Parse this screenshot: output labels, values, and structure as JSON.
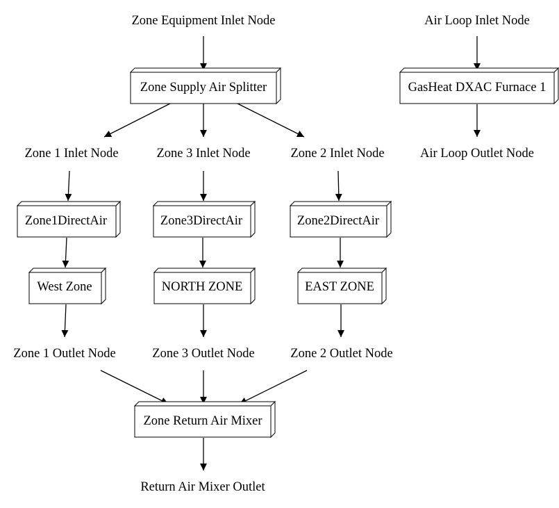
{
  "nodes": {
    "zone_equipment_inlet_node": "Zone Equipment Inlet Node",
    "zone_supply_air_splitter": "Zone Supply Air Splitter",
    "zone1_inlet_node": "Zone 1 Inlet Node",
    "zone3_inlet_node": "Zone 3 Inlet Node",
    "zone2_inlet_node": "Zone 2 Inlet Node",
    "zone1_direct_air": "Zone1DirectAir",
    "zone3_direct_air": "Zone3DirectAir",
    "zone2_direct_air": "Zone2DirectAir",
    "west_zone": "West Zone",
    "north_zone": "NORTH ZONE",
    "east_zone": "EAST ZONE",
    "zone1_outlet_node": "Zone 1 Outlet Node",
    "zone3_outlet_node": "Zone 3 Outlet Node",
    "zone2_outlet_node": "Zone 2 Outlet Node",
    "zone_return_air_mixer": "Zone Return Air Mixer",
    "return_air_mixer_outlet": "Return Air Mixer Outlet",
    "air_loop_inlet_node": "Air Loop Inlet Node",
    "gasheat_dxac_furnace": "GasHeat DXAC Furnace 1",
    "air_loop_outlet_node": "Air Loop Outlet Node"
  },
  "edges": [
    [
      "zone_equipment_inlet_node",
      "zone_supply_air_splitter"
    ],
    [
      "zone_supply_air_splitter",
      "zone1_inlet_node"
    ],
    [
      "zone_supply_air_splitter",
      "zone3_inlet_node"
    ],
    [
      "zone_supply_air_splitter",
      "zone2_inlet_node"
    ],
    [
      "zone1_inlet_node",
      "zone1_direct_air"
    ],
    [
      "zone3_inlet_node",
      "zone3_direct_air"
    ],
    [
      "zone2_inlet_node",
      "zone2_direct_air"
    ],
    [
      "zone1_direct_air",
      "west_zone"
    ],
    [
      "zone3_direct_air",
      "north_zone"
    ],
    [
      "zone2_direct_air",
      "east_zone"
    ],
    [
      "west_zone",
      "zone1_outlet_node"
    ],
    [
      "north_zone",
      "zone3_outlet_node"
    ],
    [
      "east_zone",
      "zone2_outlet_node"
    ],
    [
      "zone1_outlet_node",
      "zone_return_air_mixer"
    ],
    [
      "zone3_outlet_node",
      "zone_return_air_mixer"
    ],
    [
      "zone2_outlet_node",
      "zone_return_air_mixer"
    ],
    [
      "zone_return_air_mixer",
      "return_air_mixer_outlet"
    ],
    [
      "air_loop_inlet_node",
      "gasheat_dxac_furnace"
    ],
    [
      "gasheat_dxac_furnace",
      "air_loop_outlet_node"
    ]
  ]
}
